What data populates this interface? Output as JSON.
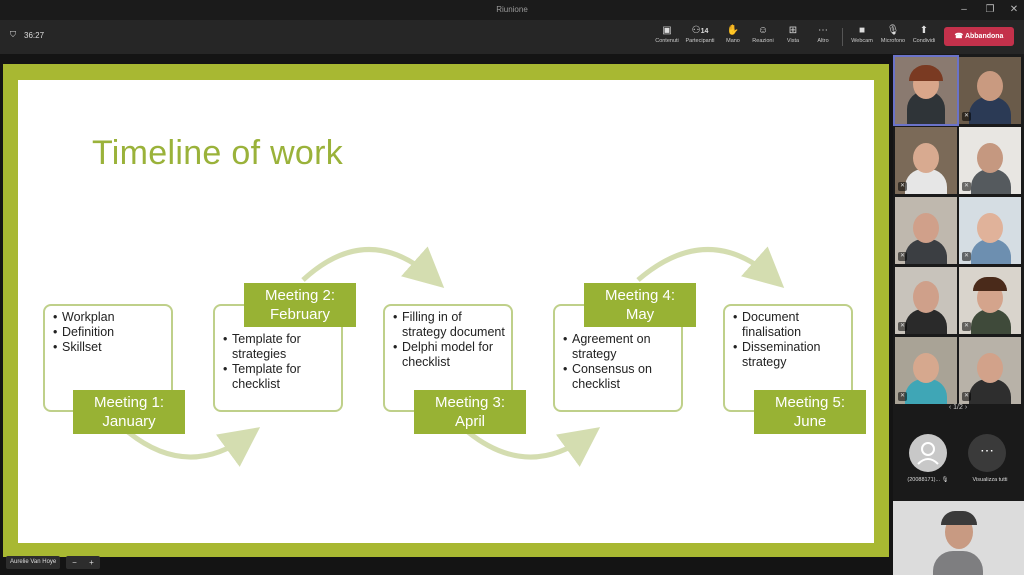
{
  "window": {
    "title": "Riunione"
  },
  "toolbar": {
    "timer": "36:27",
    "buttons": [
      {
        "label": "Contenuti",
        "icon": "content-icon"
      },
      {
        "label": "Partecipanti",
        "icon": "people-icon",
        "count": "14"
      },
      {
        "label": "Mano",
        "icon": "hand-icon"
      },
      {
        "label": "Reazioni",
        "icon": "smiley-icon"
      },
      {
        "label": "Vista",
        "icon": "view-icon"
      },
      {
        "label": "Altro",
        "icon": "more-icon"
      },
      {
        "label": "Webcam",
        "icon": "camera-icon"
      },
      {
        "label": "Microfono",
        "icon": "mic-off-icon"
      },
      {
        "label": "Condividi",
        "icon": "share-icon"
      }
    ],
    "leave_label": "Abbandona"
  },
  "slide": {
    "title": "Timeline of work",
    "meetings": [
      {
        "label_line1": "Meeting 1:",
        "label_line2": "January",
        "items": [
          "Workplan",
          "Definition",
          "Skillset"
        ]
      },
      {
        "label_line1": "Meeting 2:",
        "label_line2": "February",
        "items": [
          "Template for strategies",
          "Template for checklist"
        ]
      },
      {
        "label_line1": "Meeting 3:",
        "label_line2": "April",
        "items": [
          "Filling in of strategy document",
          "Delphi model for checklist"
        ]
      },
      {
        "label_line1": "Meeting 4:",
        "label_line2": "May",
        "items": [
          "Agreement on strategy",
          "Consensus on checklist"
        ]
      },
      {
        "label_line1": "Meeting 5:",
        "label_line2": "June",
        "items": [
          "Document finalisation",
          "Dissemination strategy"
        ]
      }
    ],
    "colors": {
      "accent": "#9ab23a",
      "frame": "#a8b832",
      "label_bg": "#98b234",
      "box_border": "#bfd08a",
      "arc": "#d4ddb0"
    }
  },
  "stage": {
    "presenter_name": "Aurelie Van Hoye",
    "zoom_minus": "−",
    "zoom_plus": "+"
  },
  "participants": {
    "page": "1/2",
    "unnamed_label": "(20088171)...",
    "view_all_label": "Visualizza tutti"
  }
}
